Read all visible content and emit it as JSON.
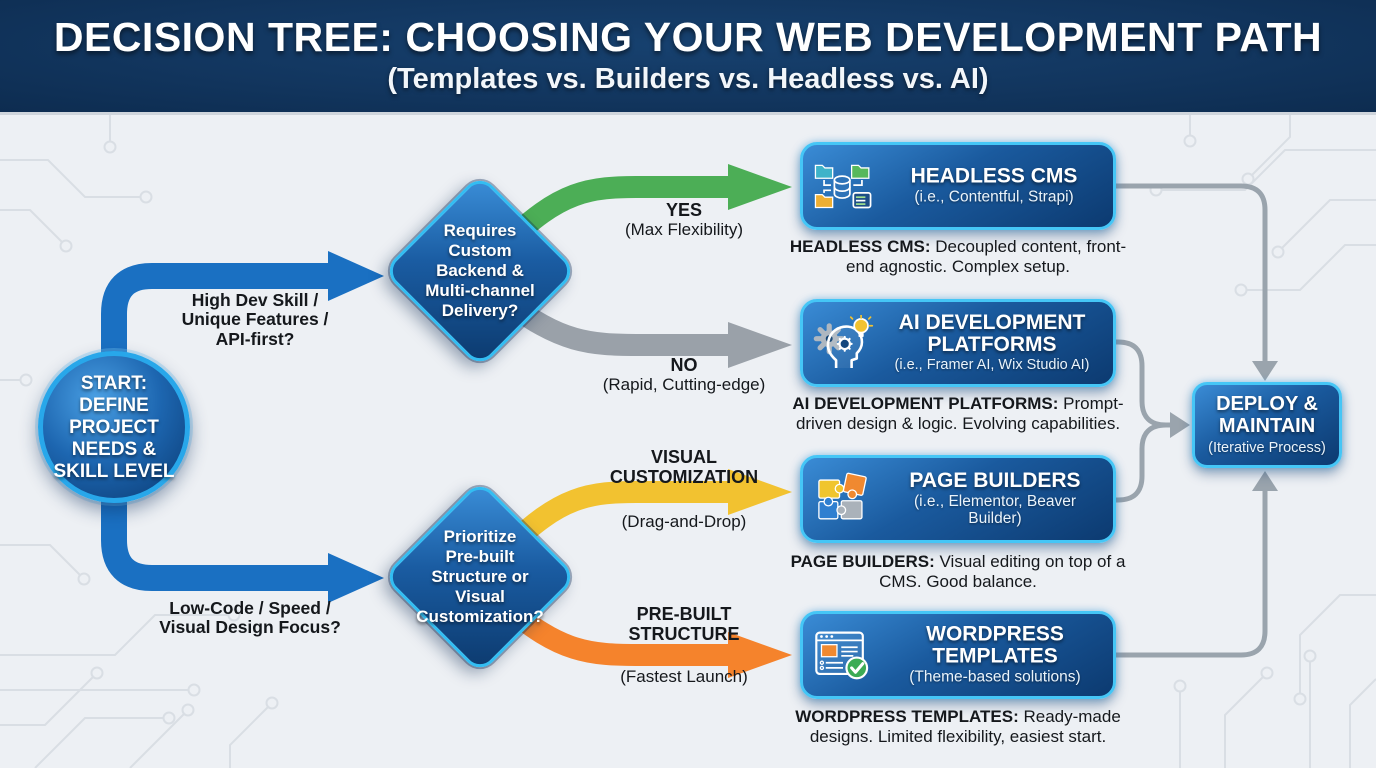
{
  "header": {
    "title": "DECISION TREE: CHOOSING YOUR WEB DEVELOPMENT PATH",
    "subtitle": "(Templates vs. Builders vs. Headless vs. AI)"
  },
  "start": {
    "lines": [
      "START:",
      "DEFINE",
      "PROJECT",
      "NEEDS &",
      "SKILL LEVEL"
    ]
  },
  "branches": {
    "top": {
      "lines": [
        "High Dev Skill /",
        "Unique Features /",
        "API-first?"
      ]
    },
    "bottom": {
      "lines": [
        "Low-Code / Speed /",
        "Visual Design Focus?"
      ]
    }
  },
  "decisions": [
    {
      "lines": [
        "Requires",
        "Custom",
        "Backend &",
        "Multi-channel",
        "Delivery?"
      ]
    },
    {
      "lines": [
        "Prioritize",
        "Pre-built",
        "Structure or",
        "Visual",
        "Customization?"
      ]
    }
  ],
  "edges": [
    {
      "label": "YES",
      "sublabel": "(Max Flexibility)"
    },
    {
      "label": "NO",
      "sublabel": "(Rapid, Cutting-edge)"
    },
    {
      "label": "VISUAL CUSTOMIZATION",
      "sublabel": "(Drag-and-Drop)"
    },
    {
      "label": "PRE-BUILT STRUCTURE",
      "sublabel": "(Fastest Launch)"
    }
  ],
  "outcomes": [
    {
      "title": "HEADLESS CMS",
      "subtitle": "(i.e., Contentful, Strapi)",
      "icon": "database-folders-icon",
      "desc_label": "HEADLESS CMS:",
      "desc_text": "Decoupled content, front-end agnostic. Complex setup."
    },
    {
      "title": "AI DEVELOPMENT PLATFORMS",
      "subtitle": "(i.e., Framer AI, Wix Studio AI)",
      "icon": "ai-head-gear-icon",
      "desc_label": "AI DEVELOPMENT PLATFORMS:",
      "desc_text": "Prompt-driven design & logic. Evolving capabilities."
    },
    {
      "title": "PAGE BUILDERS",
      "subtitle": "(i.e., Elementor, Beaver Builder)",
      "icon": "puzzle-pieces-icon",
      "desc_label": "PAGE BUILDERS:",
      "desc_text": "Visual editing on top of a CMS. Good balance."
    },
    {
      "title": "WORDPRESS TEMPLATES",
      "subtitle": "(Theme-based solutions)",
      "icon": "browser-check-icon",
      "desc_label": "WORDPRESS TEMPLATES:",
      "desc_text": "Ready-made designs. Limited flexibility, easiest start."
    }
  ],
  "deploy": {
    "title_lines": [
      "DEPLOY &",
      "MAINTAIN"
    ],
    "subtitle": "(Iterative Process)"
  },
  "colors": {
    "header_bg": "#11355f",
    "canvas_bg": "#edf0f4",
    "flow_blue": "#1a70c2",
    "edge_yes_green": "#4cae56",
    "edge_no_gray": "#9aa1a9",
    "edge_visual_yellow": "#f2c230",
    "edge_prebuilt_orange": "#f5832c",
    "connector_gray": "#9aa4ad",
    "node_border_blue": "#41c3f4"
  }
}
